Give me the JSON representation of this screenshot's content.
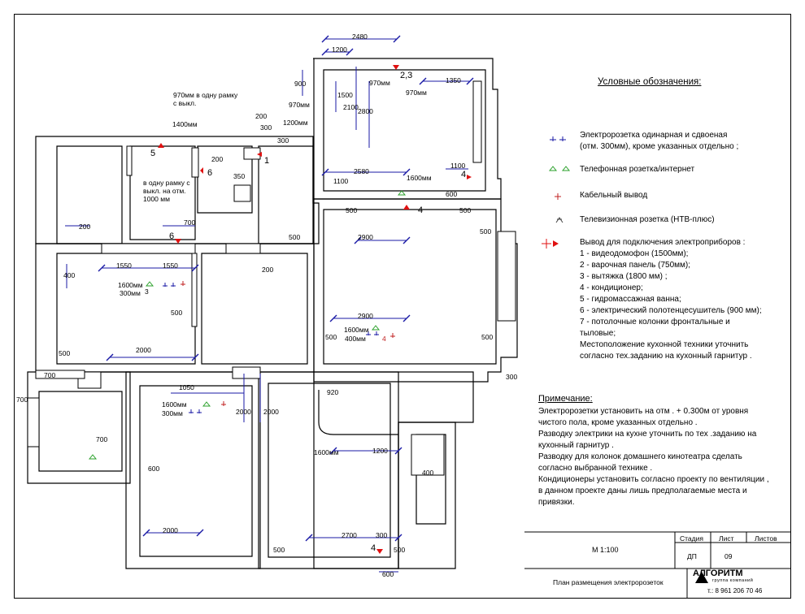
{
  "legend": {
    "title": "Условные обозначения:",
    "items": [
      {
        "id": "socket",
        "lines": [
          "Электророзетка одинарная и сдвоеная",
          "(отм. 300мм), кроме указанных отдельно ;"
        ]
      },
      {
        "id": "phone",
        "lines": [
          "Телефонная розетка/интернет"
        ]
      },
      {
        "id": "cable",
        "lines": [
          "Кабельный вывод"
        ]
      },
      {
        "id": "tv",
        "lines": [
          "Телевизионная розетка (НТВ-плюс)"
        ]
      },
      {
        "id": "outlet",
        "lines": [
          "Вывод для подключения электроприборов :",
          "1 - видеодомофон (1500мм);",
          "2 - варочная панель (750мм);",
          "3 - вытяжка (1800 мм) ;",
          "4 - кондиционер;",
          "5 - гидромассажная ванна;",
          "6 - электрический полотенцесушитель  (900 мм);",
          "7 - потолочные колонки фронтальные и",
          "тыловые;",
          "Местоположение кухонной техники уточнить",
          "согласно тех.заданию на кухонный гарнитур ."
        ]
      }
    ]
  },
  "notes": {
    "title": "Примечание:",
    "lines": [
      "Электророзетки  установить на отм . + 0.300м от уровня",
      "чистого пола, кроме указанных отдельно .",
      "Разводку электрики на кухне уточнить по тех .заданию на",
      "кухонный гарнитур .",
      "Разводку для колонок домашнего кинотеатра сделать",
      "согласно выбранной технике .",
      "Кондиционеры установить согласно проекту по вентиляции  ,",
      "  в данном проекте даны лишь предполагаемые места и",
      "  привязки."
    ]
  },
  "stamp": {
    "scale": "М 1:100",
    "stage_label": "Стадия",
    "sheet_label": "Лист",
    "sheets_label": "Листов",
    "stage": "ДП",
    "sheet": "09",
    "title": "План размещения электророзеток",
    "company": "АЛГОРИТМ",
    "company_sub": "группа компаний",
    "phone": "т.: 8 961 206 70 46"
  },
  "plan": {
    "dims": [
      "2480",
      "1200",
      "900",
      "1500",
      "2100",
      "2800",
      "970мм",
      "970мм",
      "1350",
      "970мм",
      "1200мм",
      "1400мм",
      "200",
      "300",
      "300",
      "200",
      "350",
      "1100",
      "2580",
      "1600мм",
      "1100",
      "600",
      "500",
      "2900",
      "500",
      "500",
      "200",
      "700",
      "1550",
      "1550",
      "400",
      "200",
      "500",
      "1600мм",
      "300мм",
      "2900",
      "1600мм",
      "400мм",
      "500",
      "500",
      "500",
      "2000",
      "500",
      "300",
      "700",
      "700",
      "1050",
      "1600мм",
      "300мм",
      "2000",
      "2000",
      "920",
      "1600мм",
      "1200",
      "700",
      "600",
      "400",
      "2000",
      "2700",
      "300",
      "500",
      "500",
      "600"
    ],
    "notes_on_plan": [
      "970мм в одну рамку",
      "с выкл.",
      "в одну рамку с",
      "выкл. на отм.",
      "1000 мм"
    ],
    "markers": [
      "2,3",
      "1",
      "5",
      "6",
      "6",
      "4",
      "4",
      "4",
      "3",
      "4"
    ]
  }
}
